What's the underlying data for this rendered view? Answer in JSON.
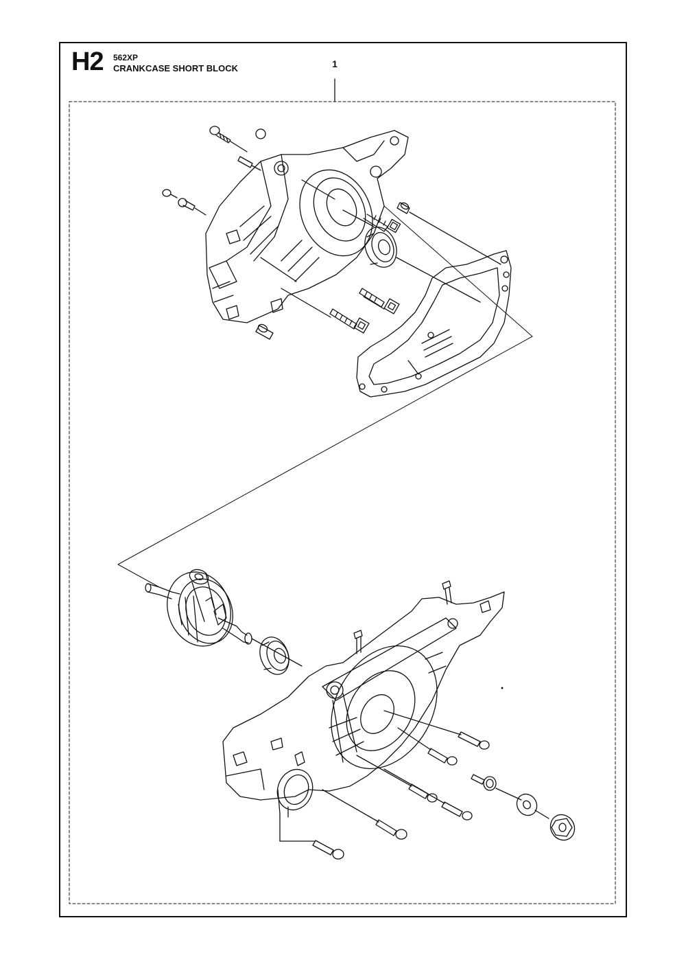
{
  "header": {
    "section_code": "H2",
    "model": "562XP",
    "title": "CRANKCASE SHORT BLOCK"
  },
  "callouts": [
    "1"
  ],
  "components": [
    "screw-icon",
    "dowel-pin-icon",
    "crankcase-half-icon",
    "bearing-icon",
    "gasket-icon",
    "crankshaft-icon",
    "washer-icon",
    "nut-icon"
  ]
}
